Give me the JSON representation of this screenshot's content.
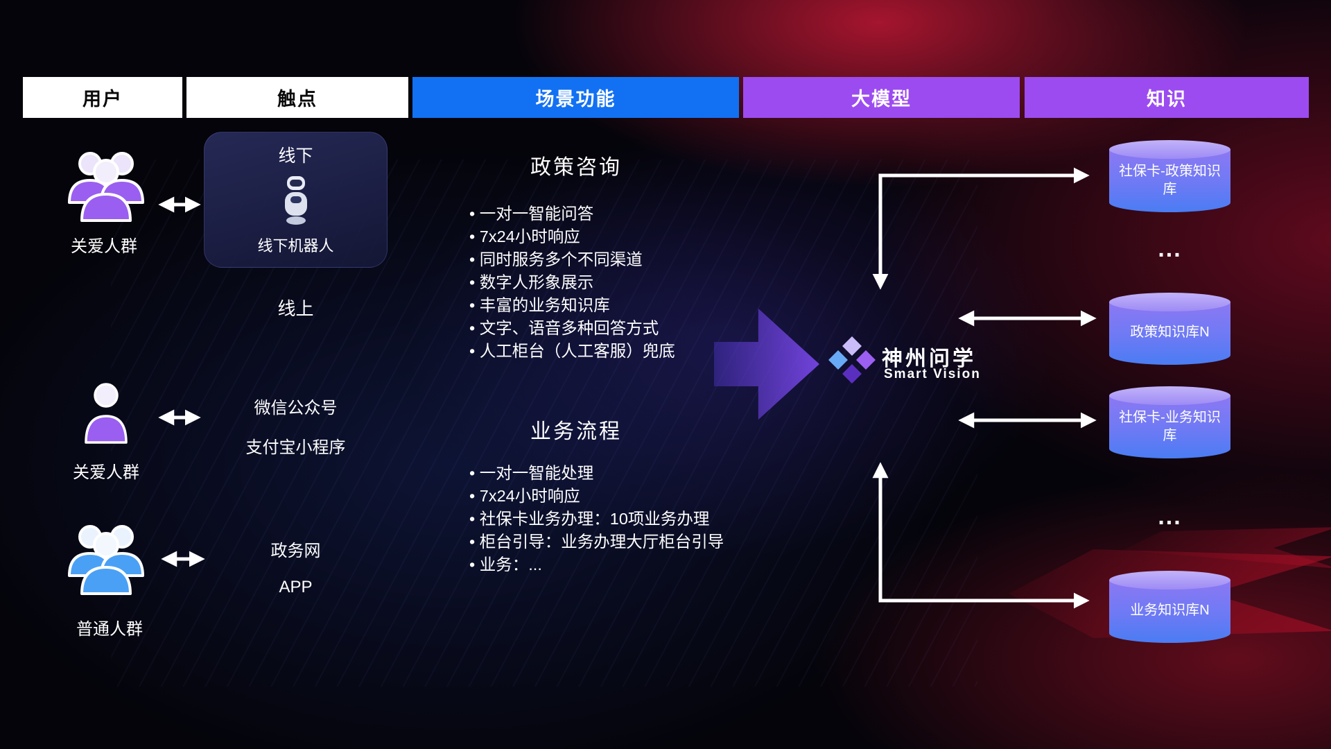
{
  "headers": [
    {
      "label": "用户"
    },
    {
      "label": "触点"
    },
    {
      "label": "场景功能"
    },
    {
      "label": "大模型"
    },
    {
      "label": "知识"
    }
  ],
  "users": [
    {
      "label": "关爱人群"
    },
    {
      "label": "关爱人群"
    },
    {
      "label": "普通人群"
    }
  ],
  "touchpoints": {
    "offline_title": "线下",
    "robot_label": "线下机器人",
    "online_title": "线上",
    "items": [
      "微信公众号",
      "支付宝小程序",
      "政务网",
      "APP"
    ]
  },
  "scenarios": [
    {
      "title": "政策咨询",
      "items": [
        "一对一智能问答",
        "7x24小时响应",
        "同时服务多个不同渠道",
        "数字人形象展示",
        "丰富的业务知识库",
        "文字、语音多种回答方式",
        "人工柜台（人工客服）兜底"
      ]
    },
    {
      "title": "业务流程",
      "items": [
        "一对一智能处理",
        "7x24小时响应",
        "社保卡业务办理：10项业务办理",
        "柜台引导：业务办理大厅柜台引导",
        "业务：..."
      ]
    }
  ],
  "model": {
    "name": "神州问学",
    "subtitle": "Smart Vision"
  },
  "knowledge": [
    {
      "label": "社保卡-政策知识库"
    },
    {
      "label": "政策知识库N"
    },
    {
      "label": "社保卡-业务知识库"
    },
    {
      "label": "业务知识库N"
    }
  ],
  "ellipsis": "...",
  "colors": {
    "header_blue": "#1271f3",
    "header_purple": "#9c4bf0",
    "cylinder_top": "#b3a2f7",
    "cylinder_bottom": "#4a7cf3",
    "accent_red": "#c01a37"
  }
}
